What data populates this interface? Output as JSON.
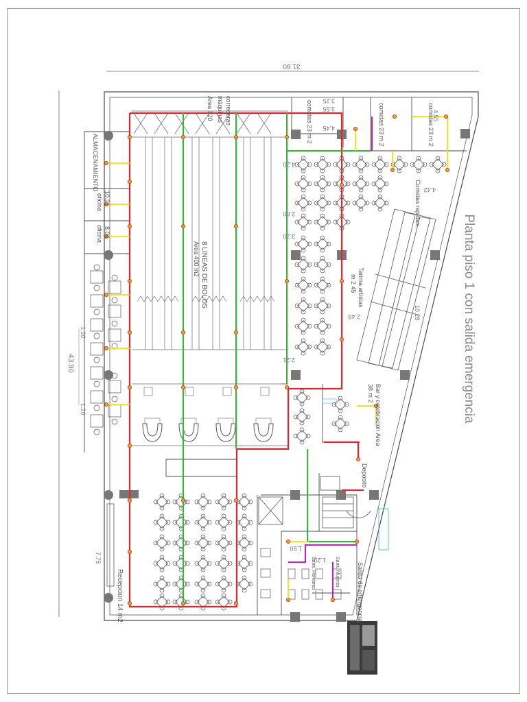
{
  "title": "Planta piso 1 con salida emergencia",
  "dimensions": {
    "width_total": "31.80",
    "height_total": "43.90",
    "d_1_20_top": "1.20",
    "d_1_20_bottom": "1.20",
    "d_7_75": "7.75",
    "d_4_45": "4.45",
    "d_4_55": "4.55",
    "d_3_55": "3.55",
    "d_3_25": "3.25",
    "d_4_42": "4.42",
    "d_10_28": "10.28",
    "d_2_49": "2.49",
    "d_2_21": "2.21",
    "d_1_50": "1.50",
    "d_1_20_wc": "1.20",
    "d_4_20": "4.20",
    "d_3_20": "3.20",
    "d_2_60": "2.60"
  },
  "rooms": {
    "almacenamiento": "ALMACENAMIENTO",
    "oficina_1": "oficina",
    "oficina_2": "oficina",
    "area_1": "10.21",
    "area_2": "8.04",
    "comidas_1": "comidas 23 m 2",
    "comidas_2": "comidas 23 m 2",
    "comidas_3": "comidas 23 m 2",
    "comidas_rapidas": "Comidas rapidas",
    "lineas_bolos": "8 LINEAS DE BOLOS",
    "area_bolos": "Area 400 m2",
    "correderas": "correderas",
    "maquinas": "maquinas",
    "area_bolos_small": "Area 120",
    "tarima": "Tarima artistas",
    "tarima_area": "m 2 45",
    "bar": "Bar y celebracion Area",
    "bar_area": "38 m 2",
    "deposito": "Deposito",
    "recepcion": "Recepcion 14 m2",
    "salida": "Salida de emergencia",
    "sanitario_1": "Sanit. Hombres",
    "sanitario_2": "Sanit. Mujeres"
  },
  "colors": {
    "evac_route": "#e8232a",
    "secondary_route": "#27c22b",
    "branch": "#f4e200",
    "wc_route": "#c300c3",
    "lamp": "#f7a21b",
    "linework": "#3a3a3a",
    "cyan_note": "#2ab7e0"
  }
}
